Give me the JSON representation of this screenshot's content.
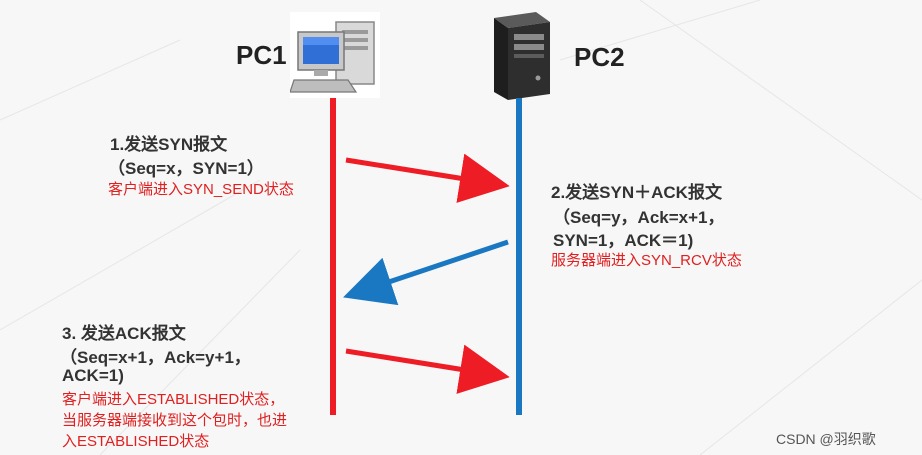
{
  "hosts": {
    "left": {
      "label": "PC1",
      "icon": "desktop-pc-icon",
      "line_color": "#ee1c25"
    },
    "right": {
      "label": "PC2",
      "icon": "server-tower-icon",
      "line_color": "#1a78c2"
    }
  },
  "steps": [
    {
      "title": "1.发送SYN报文",
      "params": [
        "（Seq=x，SYN=1）"
      ],
      "note": [
        "客户端进入SYN_SEND状态"
      ],
      "arrow_color": "#ee1c25"
    },
    {
      "title": "2.发送SYN＋ACK报文",
      "params": [
        "（Seq=y，Ack=x+1，",
        "SYN=1，ACK＝1)"
      ],
      "note": [
        "服务器端进入SYN_RCV状态"
      ],
      "arrow_color": "#1a78c2"
    },
    {
      "title": "3. 发送ACK报文",
      "params": [
        "（Seq=x+1，Ack=y+1，",
        "ACK=1)"
      ],
      "note": [
        "客户端进入ESTABLISHED状态，",
        "当服务器端接收到这个包时，也进",
        "入ESTABLISHED状态"
      ],
      "arrow_color": "#ee1c25"
    }
  ],
  "watermark": "CSDN @羽织歌"
}
